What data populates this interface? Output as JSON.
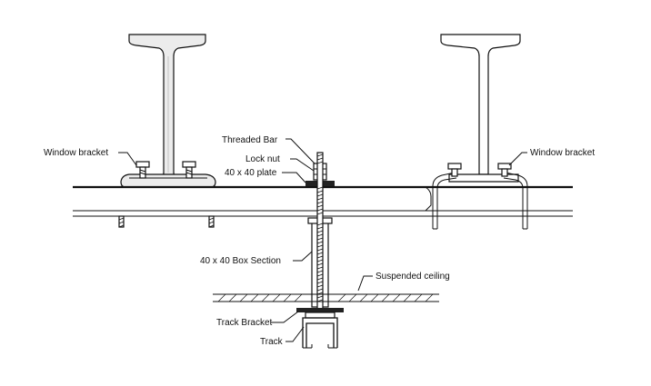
{
  "labels": {
    "window_bracket_left": "Window bracket",
    "window_bracket_right": "Window bracket",
    "threaded_bar": "Threaded Bar",
    "lock_nut": "Lock nut",
    "plate": "40 x 40 plate",
    "box_section": "40 x 40 Box Section",
    "suspended_ceiling": "Suspended ceiling",
    "track_bracket": "Track Bracket",
    "track": "Track"
  }
}
